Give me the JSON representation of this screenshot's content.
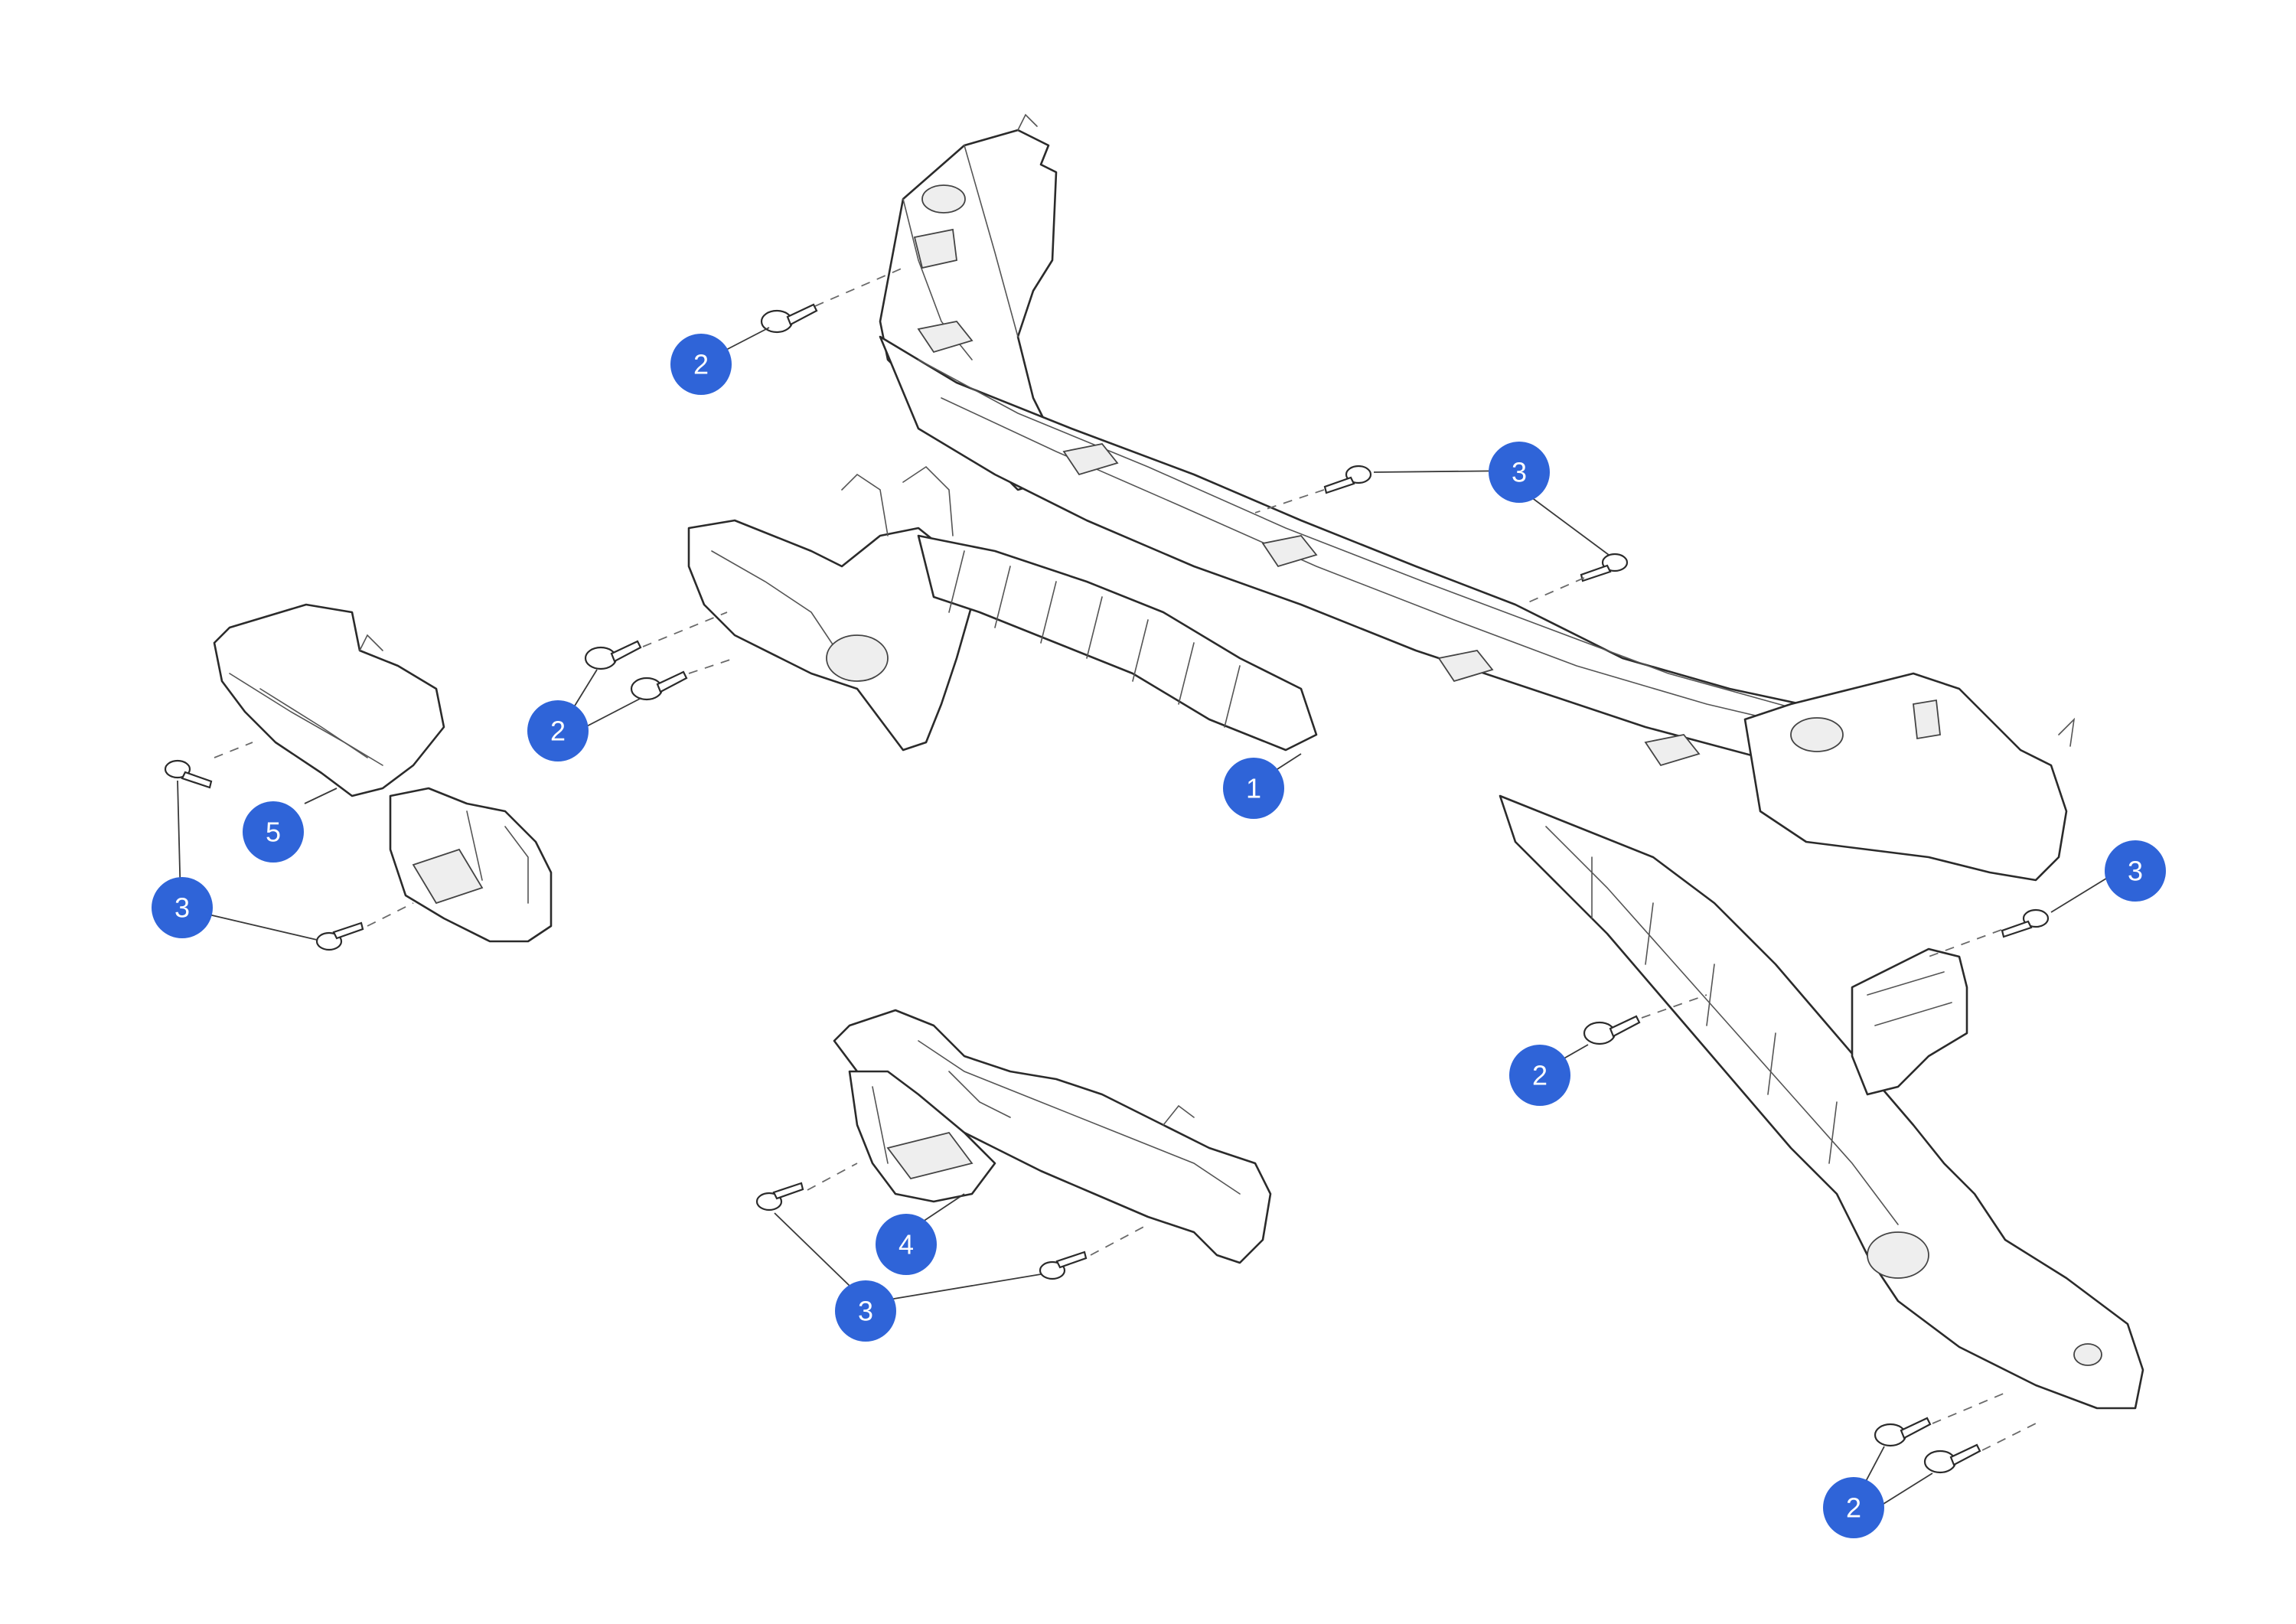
{
  "style": {
    "callout_color": "#2f64d8"
  },
  "callouts": [
    {
      "label": "1"
    },
    {
      "label": "2"
    },
    {
      "label": "2"
    },
    {
      "label": "2"
    },
    {
      "label": "2"
    },
    {
      "label": "3"
    },
    {
      "label": "3"
    },
    {
      "label": "3"
    },
    {
      "label": "3"
    },
    {
      "label": "4"
    },
    {
      "label": "5"
    }
  ]
}
